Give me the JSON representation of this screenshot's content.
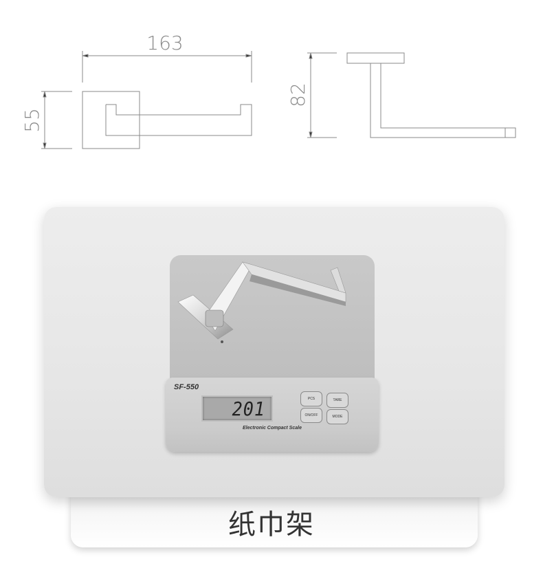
{
  "drawing": {
    "width_dim": "163",
    "height_dim_front": "55",
    "height_dim_side": "82"
  },
  "scale": {
    "model": "SF-550",
    "display_value": "201",
    "caption": "Electronic Compact Scale",
    "buttons": [
      "PCS",
      "TARE",
      "ON/OFF",
      "MODE"
    ]
  },
  "product": {
    "name": "纸巾架"
  },
  "colors": {
    "line": "#8a8a8a",
    "text": "#333333",
    "card": "#e8e8e8"
  }
}
